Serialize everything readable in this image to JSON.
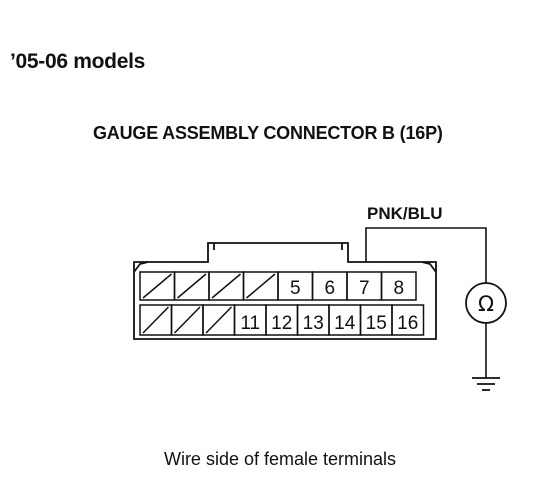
{
  "header": {
    "models": "’05-06 models",
    "connector": "GAUGE ASSEMBLY CONNECTOR B (16P)"
  },
  "connector": {
    "top_row": [
      {
        "label": "",
        "blank": true
      },
      {
        "label": "",
        "blank": true
      },
      {
        "label": "",
        "blank": true
      },
      {
        "label": "",
        "blank": true
      },
      {
        "label": "5",
        "blank": false
      },
      {
        "label": "6",
        "blank": false
      },
      {
        "label": "7",
        "blank": false
      },
      {
        "label": "8",
        "blank": false
      }
    ],
    "bottom_row": [
      {
        "label": "",
        "blank": true
      },
      {
        "label": "",
        "blank": true
      },
      {
        "label": "",
        "blank": true
      },
      {
        "label": "11",
        "blank": false
      },
      {
        "label": "12",
        "blank": false
      },
      {
        "label": "13",
        "blank": false
      },
      {
        "label": "14",
        "blank": false
      },
      {
        "label": "15",
        "blank": false
      },
      {
        "label": "16",
        "blank": false
      }
    ]
  },
  "wire": {
    "color_label": "PNK/BLU",
    "terminal": "7"
  },
  "meter": {
    "symbol": "Ω",
    "icon": "ohmmeter-icon"
  },
  "ground": {
    "icon": "ground-icon"
  },
  "caption": "Wire side of female terminals"
}
